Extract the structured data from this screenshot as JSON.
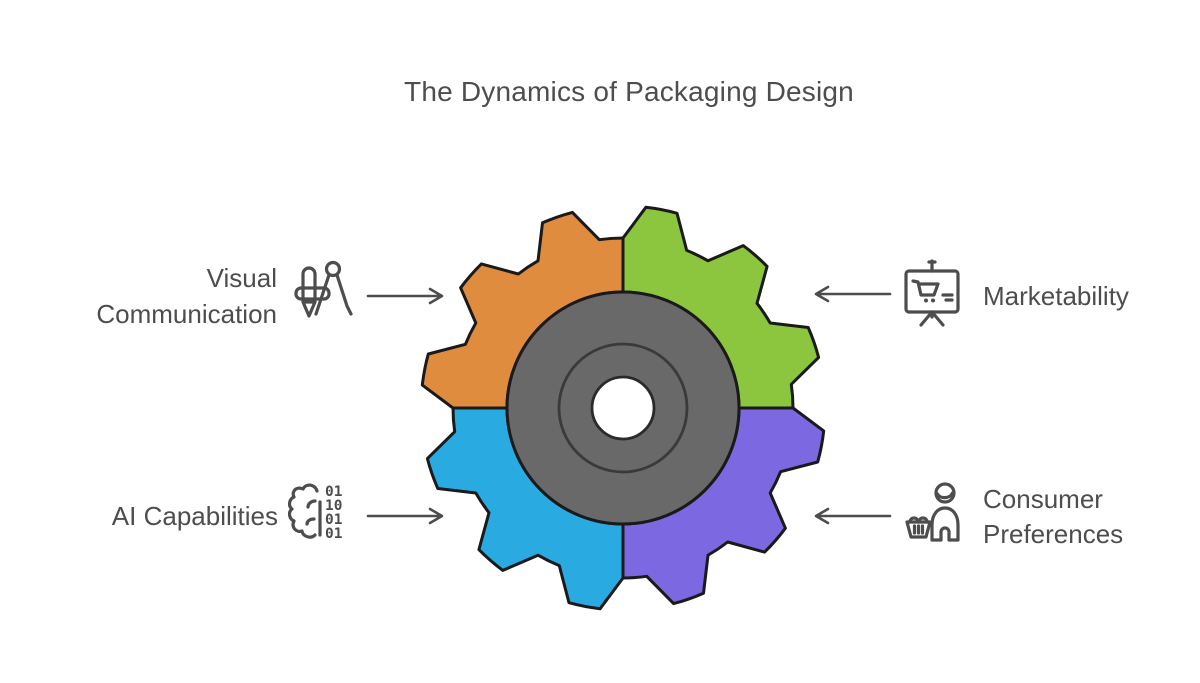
{
  "title": "The Dynamics of Packaging Design",
  "background_color": "#FFFFFF",
  "text_color": "#4D4D4D",
  "outline_color": "#1A1A1A",
  "gear": {
    "hub_color": "#696969",
    "hub_hole_color": "#FFFFFF",
    "segments": [
      {
        "id": "visual-communication",
        "label": "Visual Communication",
        "label_lines": [
          "Visual",
          "Communication"
        ],
        "color": "#E08C3E",
        "quadrant": "top-left",
        "icon": "drafting-compass-icon",
        "label_side": "left"
      },
      {
        "id": "marketability",
        "label": "Marketability",
        "label_lines": [
          "Marketability"
        ],
        "color": "#8CC63E",
        "quadrant": "top-right",
        "icon": "market-board-cart-icon",
        "label_side": "right"
      },
      {
        "id": "ai-capabilities",
        "label": "AI Capabilities",
        "label_lines": [
          "AI Capabilities"
        ],
        "color": "#29ABE2",
        "quadrant": "bottom-left",
        "icon": "brain-binary-icon",
        "label_side": "left"
      },
      {
        "id": "consumer-preferences",
        "label": "Consumer Preferences",
        "label_lines": [
          "Consumer",
          "Preferences"
        ],
        "color": "#7C68E0",
        "quadrant": "bottom-right",
        "icon": "shopper-basket-icon",
        "label_side": "right"
      }
    ],
    "binary_rows": [
      "01",
      "10",
      "01",
      "01"
    ]
  }
}
